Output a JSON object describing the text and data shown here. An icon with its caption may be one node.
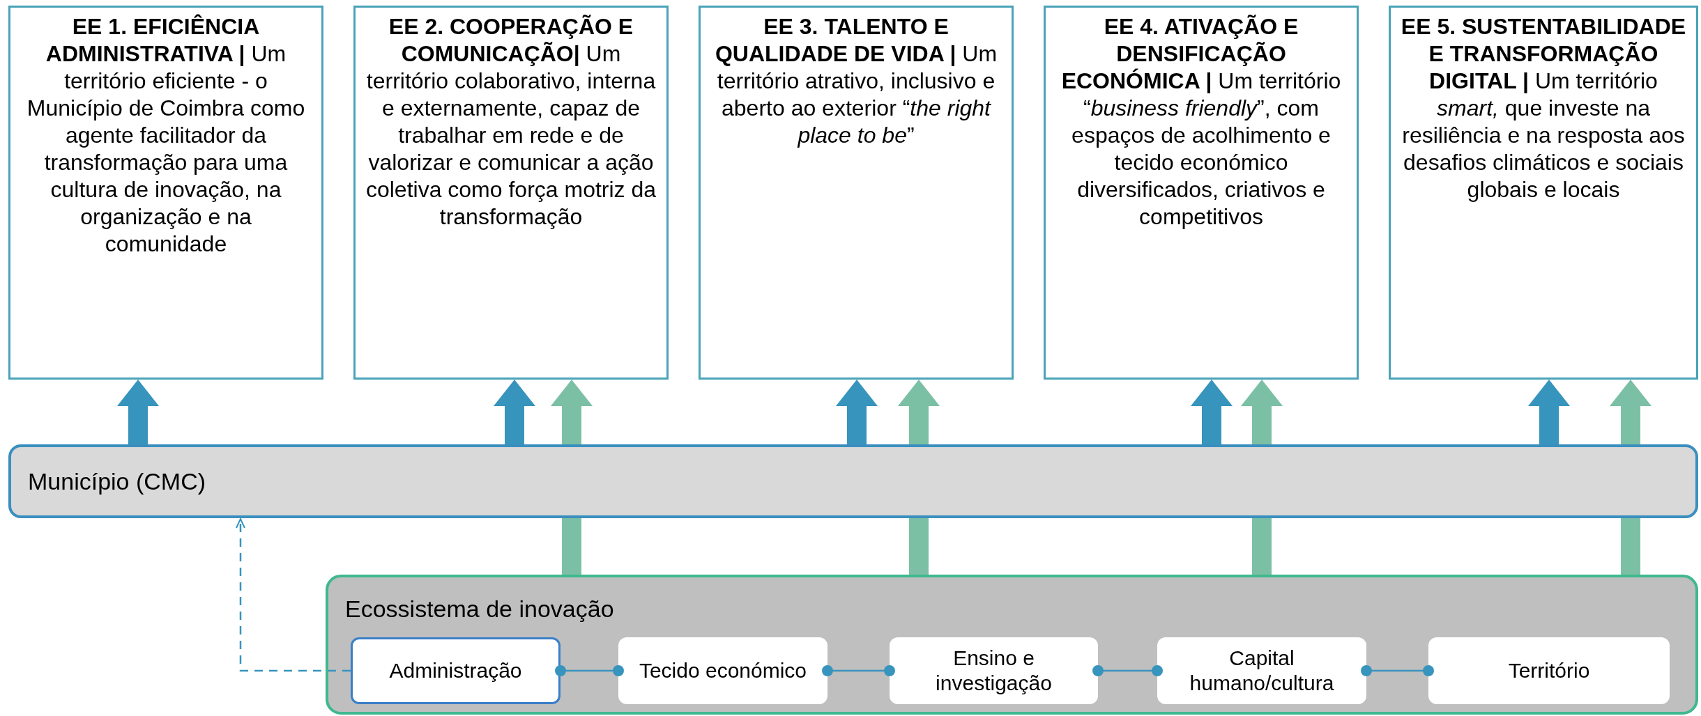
{
  "diagram": {
    "nodes": [
      {
        "text": [
          "**EE 1. EFICIÊNCIA ADMINISTRATIVA |** Um território eficiente - o Município de Coimbra como agente facilitador da transformação para uma cultura de inovação, na organização e na comunidade"
        ]
      },
      {
        "text": [
          "**EE 2. COOPERAÇÃO E COMUNICAÇÃO|** Um território colaborativo, interna e externamente, capaz de trabalhar em rede e de valorizar e comunicar a ação coletiva como força motriz da transformação"
        ]
      },
      {
        "text": [
          "**EE 3. TALENTO E QUALIDADE DE VIDA |** Um território atrativo, inclusivo e aberto ao exterior “*the right place to be*”"
        ]
      },
      {
        "text": [
          "**EE 4. ATIVAÇÃO E DENSIFICAÇÃO ECONÓMICA |** Um território “*business friendly*”, com espaços de acolhimento e tecido económico diversificados, criativos e competitivos"
        ]
      },
      {
        "text": [
          "**EE 5. SUSTENTABILIDADE E TRANSFORMAÇÃO DIGITAL |** Um território *smart,* que investe na resiliência e na resposta aos desafios climáticos e sociais globais e locais"
        ]
      },
      {
        "text": [
          "Município (CMC)"
        ]
      },
      {
        "text": [
          "Ecossistema de inovação"
        ]
      },
      {
        "text": [
          "Administração"
        ],
        "in": 6
      },
      {
        "text": [
          "Tecido económico"
        ],
        "in": 6
      },
      {
        "text": [
          "Ensino e investigação"
        ],
        "in": 6
      },
      {
        "text": [
          "Capital humano/cultura"
        ],
        "in": 6
      },
      {
        "text": [
          "Território"
        ],
        "in": 6
      }
    ],
    "edges": [
      {
        "from": 5,
        "to": 0,
        "arrow": "to"
      },
      {
        "from": 5,
        "to": 1,
        "arrow": "to"
      },
      {
        "from": 5,
        "to": 2,
        "arrow": "to"
      },
      {
        "from": 5,
        "to": 3,
        "arrow": "to"
      },
      {
        "from": 5,
        "to": 4,
        "arrow": "to"
      },
      {
        "from": 5,
        "to": 1,
        "arrow": "to",
        "color": "#7bc0a5"
      },
      {
        "from": 5,
        "to": 2,
        "arrow": "to",
        "color": "#7bc0a5"
      },
      {
        "from": 5,
        "to": 3,
        "arrow": "to",
        "color": "#7bc0a5"
      },
      {
        "from": 5,
        "to": 4,
        "arrow": "to",
        "color": "#7bc0a5"
      },
      {
        "from": 6,
        "to": 5,
        "arrow": "none",
        "color": "#7bc0a5"
      },
      {
        "from": 6,
        "to": 5,
        "arrow": "none",
        "color": "#7bc0a5"
      },
      {
        "from": 6,
        "to": 5,
        "arrow": "none",
        "color": "#7bc0a5"
      },
      {
        "from": 6,
        "to": 5,
        "arrow": "none",
        "color": "#7bc0a5"
      },
      {
        "from": 7,
        "to": 5,
        "arrow": "to",
        "style": "dashed"
      },
      {
        "from": 7,
        "to": 8,
        "arrow": "other"
      },
      {
        "from": 8,
        "to": 9,
        "arrow": "other"
      },
      {
        "from": 9,
        "to": 10,
        "arrow": "other"
      },
      {
        "from": 10,
        "to": 11,
        "arrow": "other"
      }
    ]
  }
}
